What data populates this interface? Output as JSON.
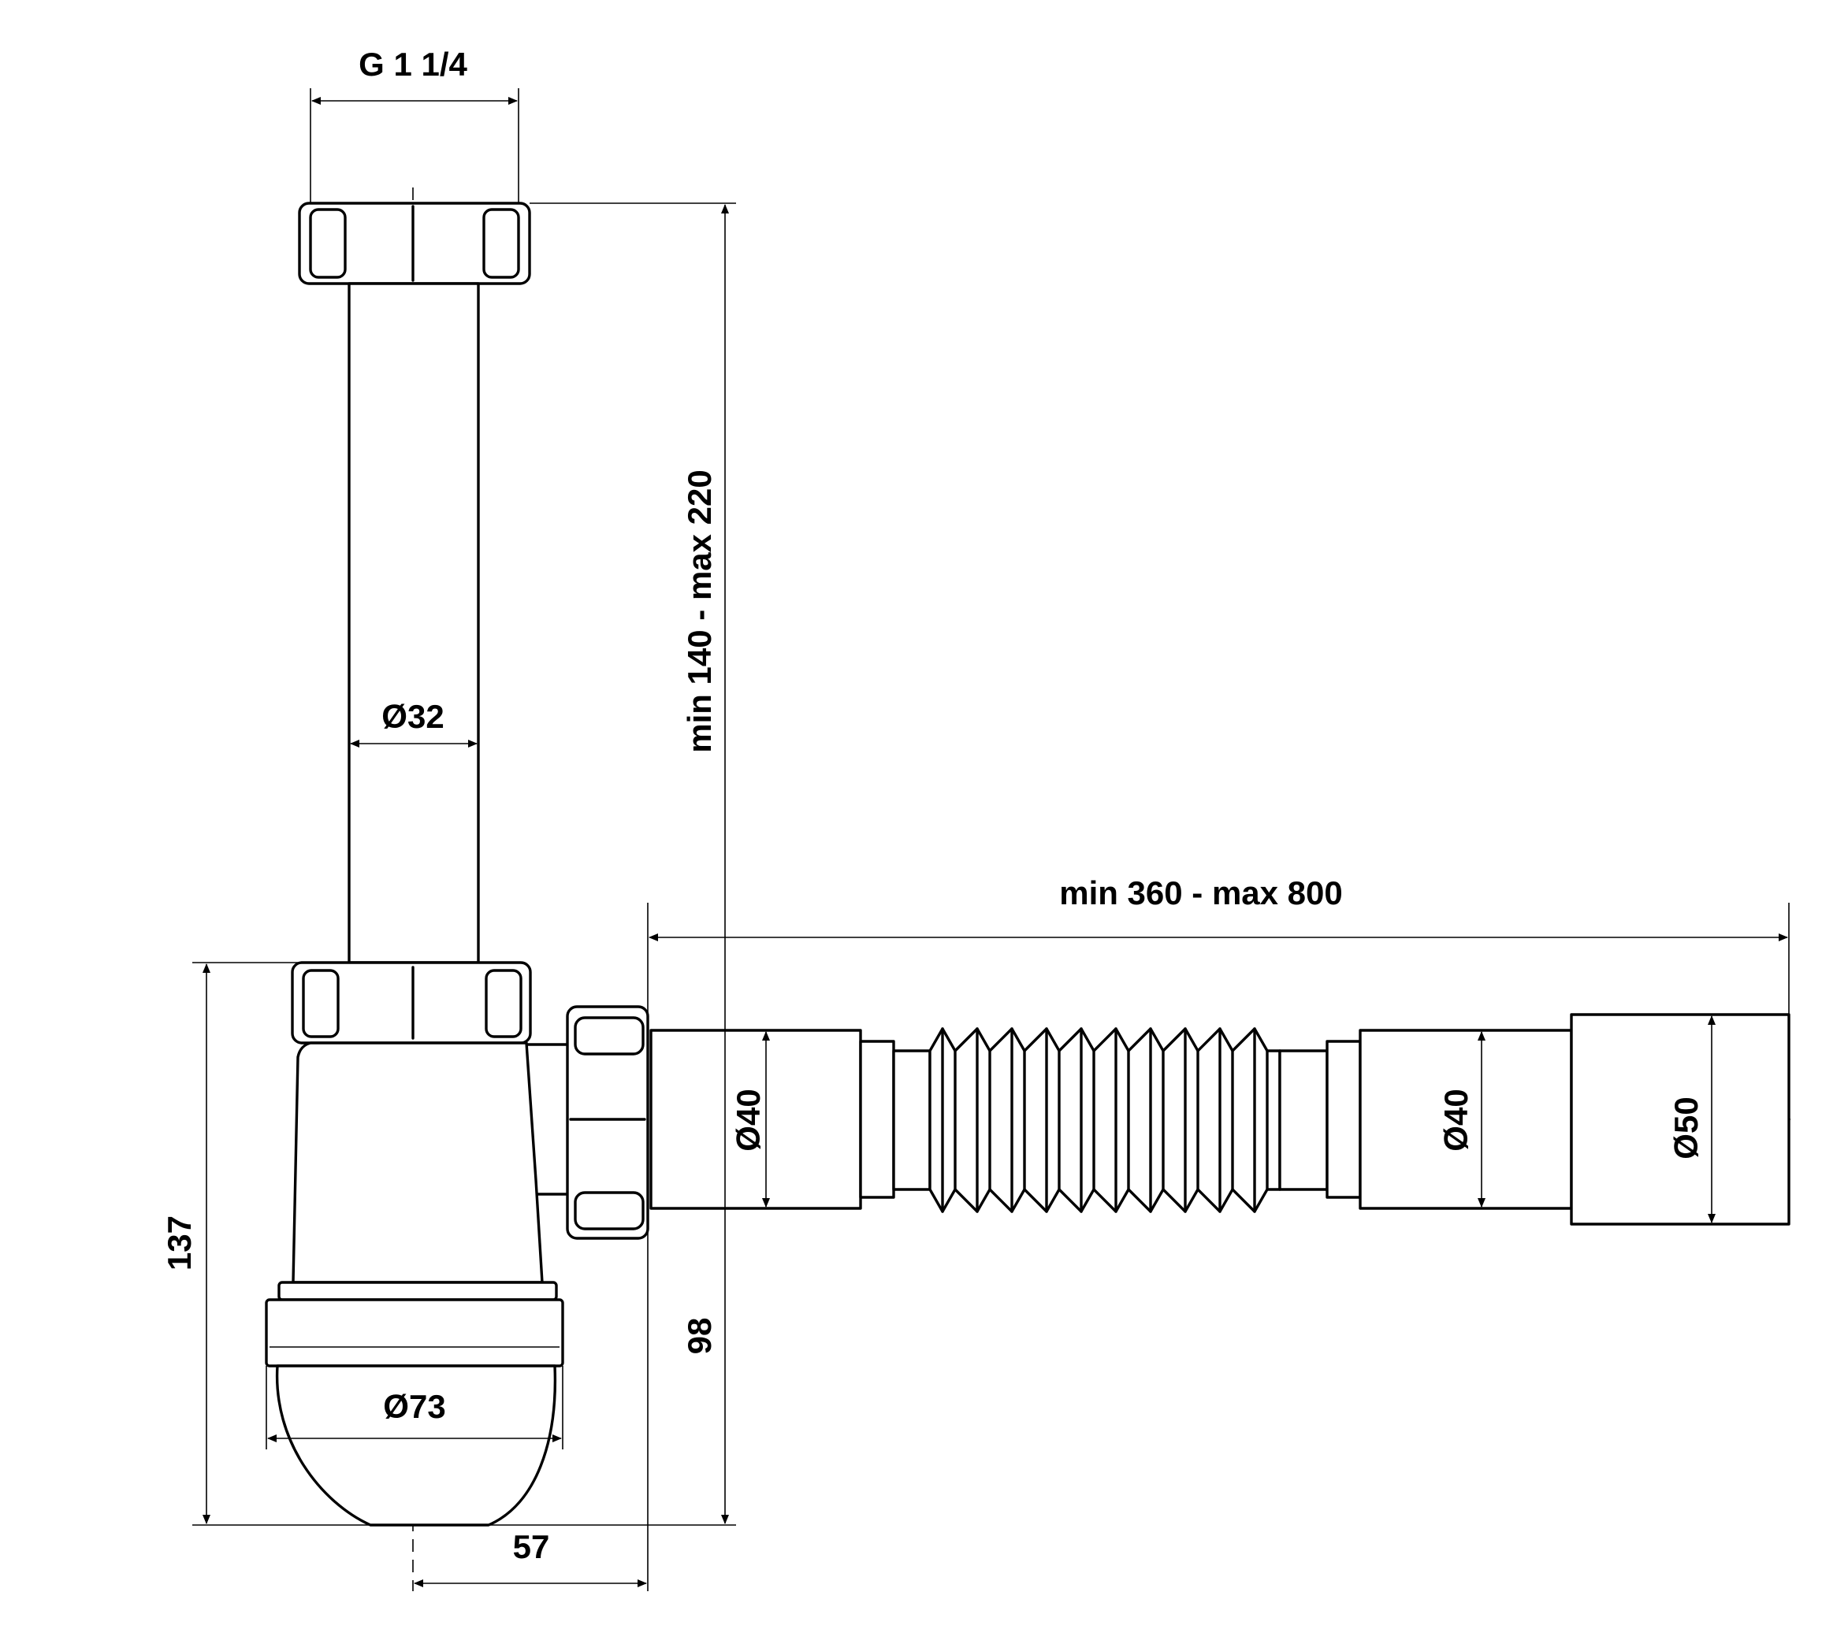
{
  "dimensions": {
    "nut_thread": "G 1 1/4",
    "tube_diameter": "Ø32",
    "vertical_adjust": "min 140 - max 220",
    "horizontal_adjust": "min 360 - max 800",
    "outlet_diameter": "Ø40",
    "extension_diameter": "Ø40",
    "end_diameter": "Ø50",
    "overall_height": "137",
    "outlet_height": "98",
    "bowl_diameter": "Ø73",
    "outlet_offset": "57"
  }
}
